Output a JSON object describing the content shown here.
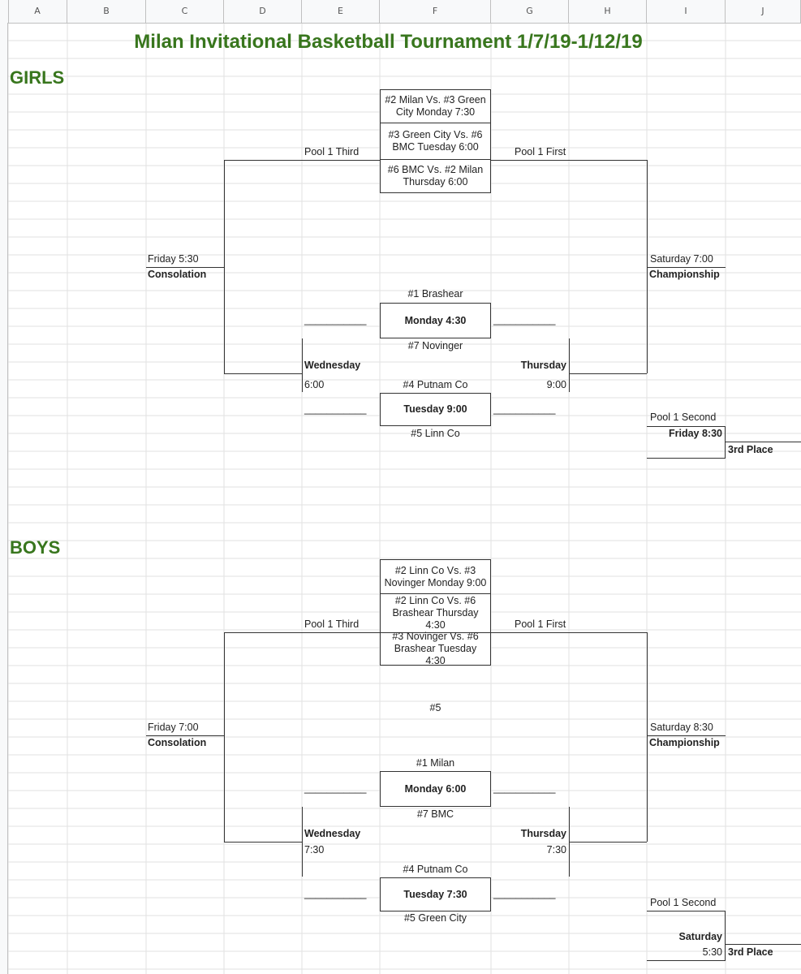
{
  "columns": [
    "A",
    "B",
    "C",
    "D",
    "E",
    "F",
    "G",
    "H",
    "I",
    "J"
  ],
  "title": "Milan Invitational Basketball Tournament 1/7/19-1/12/19",
  "girls": {
    "heading": "GIRLS",
    "pool_games": [
      "#2 Milan Vs. #3 Green City Monday 7:30",
      "#3 Green City Vs. #6 BMC Tuesday 6:00",
      "#6 BMC Vs. #2 Milan Thursday 6:00"
    ],
    "pool1_third": "Pool 1 Third",
    "pool1_first": "Pool 1 First",
    "pool1_second": "Pool 1 Second",
    "consolation_time": "Friday 5:30",
    "consolation_label": "Consolation",
    "championship_time": "Saturday 7:00",
    "championship_label": "Championship",
    "game1_top": "#1 Brashear",
    "game1_time": "Monday 4:30",
    "game1_bottom": "#7 Novinger",
    "game2_top": "#4 Putnam Co",
    "game2_time": "Tuesday 9:00",
    "game2_bottom": "#5 Linn Co",
    "blank": "___________",
    "wed_label": "Wednesday",
    "wed_time": "6:00",
    "thu_label": "Thursday",
    "thu_time": "9:00",
    "third_time": "Friday 8:30",
    "third_label": "3rd Place"
  },
  "boys": {
    "heading": "BOYS",
    "pool_games": [
      "#2 Linn Co Vs. #3 Novinger Monday 9:00",
      "#2 Linn Co Vs. #6 Brashear Thursday 4:30",
      "#3 Novinger Vs. #6 Brashear Tuesday 4:30"
    ],
    "pool1_third": "Pool 1 Third",
    "pool1_first": "Pool 1 First",
    "pool1_second": "Pool 1 Second",
    "seed5": "#5",
    "consolation_time": "Friday 7:00",
    "consolation_label": "Consolation",
    "championship_time": "Saturday 8:30",
    "championship_label": "Championship",
    "game1_top": "#1 Milan",
    "game1_time": "Monday 6:00",
    "game1_bottom": "#7 BMC",
    "game2_top": "#4 Putnam Co",
    "game2_time": "Tuesday 7:30",
    "game2_bottom": "#5 Green City",
    "blank": "___________",
    "wed_label": "Wednesday",
    "wed_time": "7:30",
    "thu_label": "Thursday",
    "thu_time": "7:30",
    "third_day": "Saturday",
    "third_time": "5:30",
    "third_label": "3rd Place"
  },
  "colors": {
    "accent": "#38761d",
    "grid": "#e2e2e2",
    "header_bg": "#f8f9fa"
  }
}
